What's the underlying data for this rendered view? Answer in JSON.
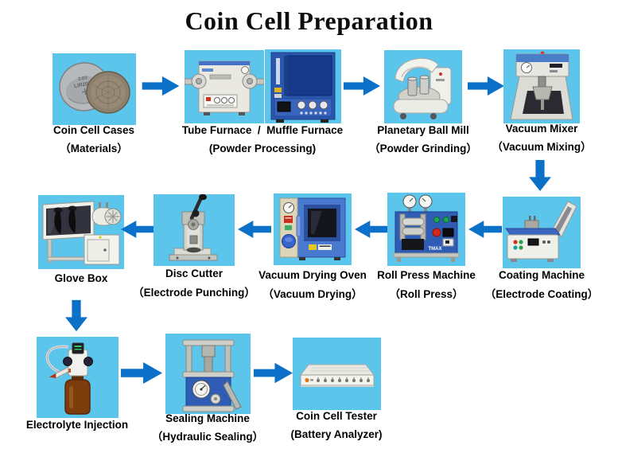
{
  "title": "Coin Cell Preparation",
  "colors": {
    "tile_bg": "#5cc5ec",
    "arrow": "#0b70c8",
    "title_color": "#0d0d0d",
    "label_color": "#000000"
  },
  "steps": [
    {
      "name": "Coin Cell Cases",
      "sub": "（Materials）"
    },
    {
      "name": "Tube Furnace  /  Muffle Furnace",
      "sub": "(Powder Processing)"
    },
    {
      "name": "Planetary Ball Mill",
      "sub": "（Powder Grinding）"
    },
    {
      "name": "Vacuum Mixer",
      "sub": "（Vacuum Mixing）"
    },
    {
      "name": "Coating Machine",
      "sub": "（Electrode Coating）"
    },
    {
      "name": "Roll Press Machine",
      "sub": "（Roll Press）"
    },
    {
      "name": "Vacuum Drying Oven",
      "sub": "（Vacuum Drying）"
    },
    {
      "name": "Disc Cutter",
      "sub": "（Electrode Punching）"
    },
    {
      "name": "Glove Box",
      "sub": ""
    },
    {
      "name": "Electrolyte Injection",
      "sub": ""
    },
    {
      "name": "Sealing Machine",
      "sub": "（Hydraulic Sealing）"
    },
    {
      "name": "Coin Cell Tester",
      "sub": "(Battery Analyzer)"
    }
  ],
  "markings": {
    "coin_voltage": "3.6V",
    "coin_model": "LIR2032",
    "roll_press_brand": "TMAX"
  }
}
